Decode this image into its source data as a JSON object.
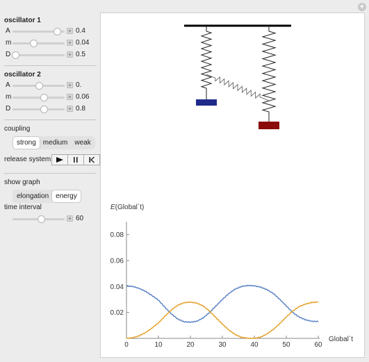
{
  "oscillator1": {
    "title": "oscillator 1",
    "params": [
      {
        "label": "A",
        "value": "0.4",
        "slider": 0.85
      },
      {
        "label": "m",
        "value": "0.04",
        "slider": 0.4
      },
      {
        "label": "D",
        "value": "0.5",
        "slider": 0.05
      }
    ]
  },
  "oscillator2": {
    "title": "oscillator 2",
    "params": [
      {
        "label": "A",
        "value": "0.",
        "slider": 0.5
      },
      {
        "label": "m",
        "value": "0.06",
        "slider": 0.6
      },
      {
        "label": "D",
        "value": "0.8",
        "slider": 0.6
      }
    ]
  },
  "coupling": {
    "label": "coupling",
    "options": [
      "strong",
      "medium",
      "weak"
    ],
    "selected": "strong"
  },
  "release": {
    "label": "release system",
    "buttons": [
      "play-icon",
      "pause-icon",
      "reset-icon"
    ]
  },
  "show_graph": {
    "label": "show graph",
    "options": [
      "elongation",
      "energy"
    ],
    "selected": "energy"
  },
  "time_interval": {
    "label": "time interval",
    "value": "60",
    "slider": 0.55
  },
  "colors": {
    "mass1": "#1f2a8a",
    "mass2": "#8b0a0a",
    "series1": "#5b84c4",
    "series2": "#e5a12a"
  },
  "chart_data": {
    "type": "line",
    "ylabel_prefix": "E",
    "ylabel_arg": "(Global`t)",
    "xlabel": "Global`t",
    "xlim": [
      0,
      60
    ],
    "ylim": [
      0,
      0.09
    ],
    "x_ticks": [
      "0",
      "10",
      "20",
      "30",
      "40",
      "50",
      "60"
    ],
    "y_ticks": [
      "0.02",
      "0.04",
      "0.06",
      "0.08"
    ],
    "series": [
      {
        "x": [
          0,
          2,
          4,
          6,
          8,
          10,
          12,
          14,
          16,
          18,
          20,
          22,
          24,
          26,
          28,
          30,
          32,
          34,
          36,
          38,
          40,
          42,
          44,
          46,
          48,
          50,
          52,
          54,
          56,
          58,
          60
        ],
        "values": [
          0.0405,
          0.04,
          0.0385,
          0.0362,
          0.033,
          0.0295,
          0.024,
          0.019,
          0.015,
          0.0128,
          0.0125,
          0.0132,
          0.0158,
          0.02,
          0.025,
          0.03,
          0.0345,
          0.038,
          0.04,
          0.0408,
          0.0405,
          0.0395,
          0.0375,
          0.0345,
          0.03,
          0.025,
          0.02,
          0.0165,
          0.0143,
          0.0132,
          0.013
        ],
        "color_key": "series1"
      },
      {
        "x": [
          0,
          2,
          4,
          6,
          8,
          10,
          12,
          14,
          16,
          18,
          20,
          22,
          24,
          26,
          28,
          30,
          32,
          34,
          36,
          38,
          40,
          42,
          44,
          46,
          48,
          50,
          52,
          54,
          56,
          58,
          60
        ],
        "values": [
          0.0,
          0.0005,
          0.002,
          0.0045,
          0.008,
          0.012,
          0.017,
          0.0218,
          0.0255,
          0.0275,
          0.028,
          0.0272,
          0.025,
          0.021,
          0.016,
          0.011,
          0.0065,
          0.003,
          0.0008,
          0.0001,
          0.0,
          0.001,
          0.0035,
          0.007,
          0.0115,
          0.0165,
          0.021,
          0.0245,
          0.0265,
          0.0277,
          0.028
        ],
        "color_key": "series2"
      }
    ]
  }
}
